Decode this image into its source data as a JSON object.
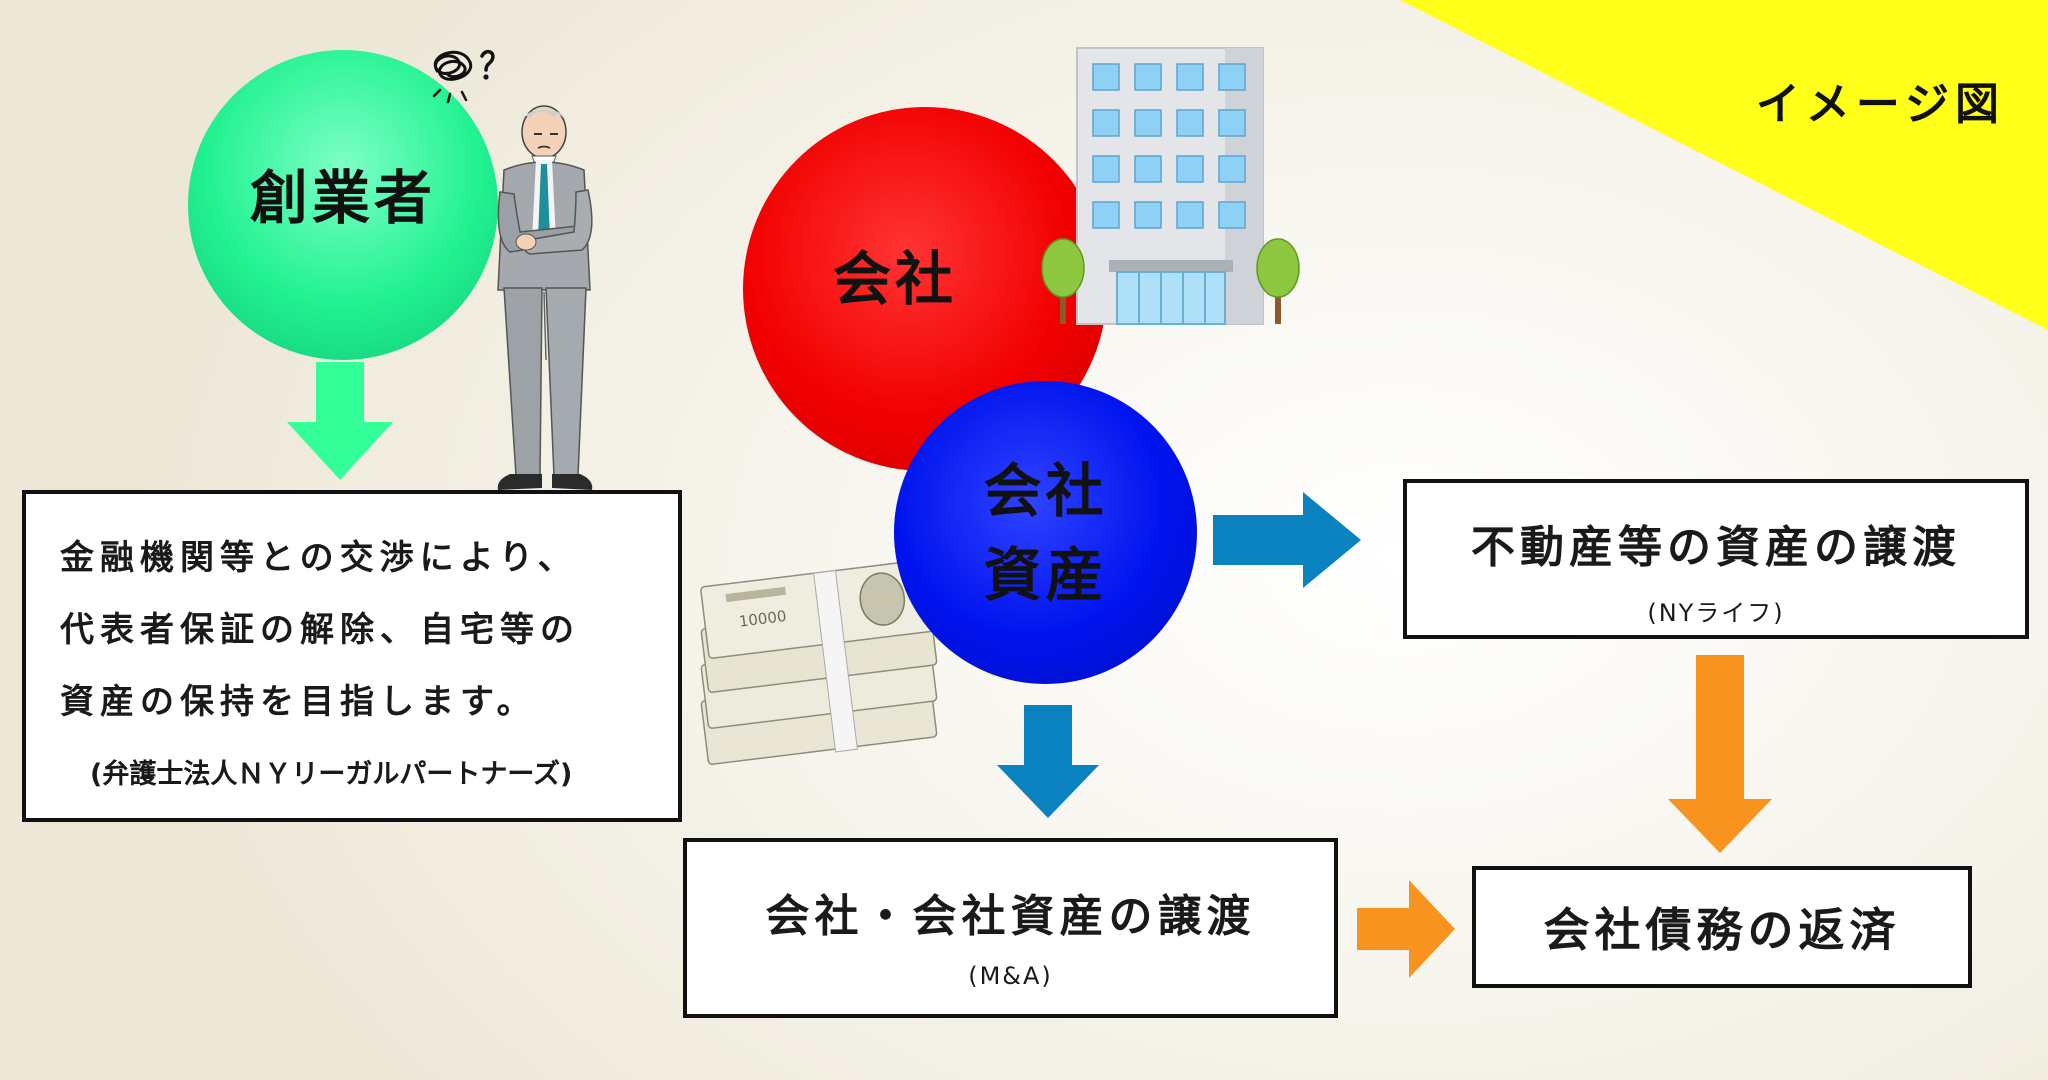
{
  "image_label": "イメージ図",
  "founder": {
    "label": "創業者",
    "description_lines": [
      "金融機関等との交渉により、",
      "代表者保証の解除、自宅等の",
      "資産の保持を目指します。"
    ],
    "source": "(弁護士法人ＮＹリーガルパートナーズ)"
  },
  "company": {
    "label": "会社"
  },
  "company_assets": {
    "line1": "会社",
    "line2": "資産"
  },
  "real_estate_transfer": {
    "title": "不動産等の資産の譲渡",
    "subtitle": "(NYライフ)"
  },
  "company_transfer": {
    "title": "会社・会社資産の譲渡",
    "subtitle": "(M&A)"
  },
  "debt_repayment": {
    "title": "会社債務の返済"
  },
  "banknote_text": "10000",
  "colors": {
    "founder_circle": "#22f291",
    "company_circle": "#f20000",
    "assets_circle": "#0013ee",
    "green_arrow": "#33ff99",
    "blue_arrow": "#0a82bf",
    "orange_arrow": "#f7931e",
    "corner": "#ffff1a"
  },
  "icons": [
    "confused-scribble-icon",
    "businessman-icon",
    "office-building-icon",
    "tree-icon",
    "banknote-stack-icon"
  ]
}
